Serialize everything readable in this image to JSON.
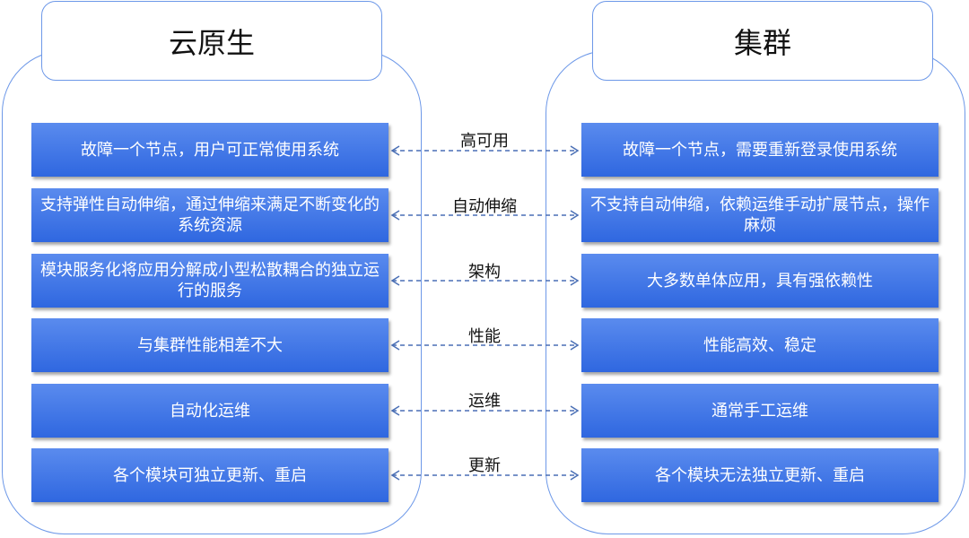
{
  "left_panel": {
    "title": "云原生"
  },
  "right_panel": {
    "title": "集群"
  },
  "rows": [
    {
      "aspect": "高可用",
      "left": "故障一个节点，用户可正常使用系统",
      "right": "故障一个节点，需要重新登录使用系统"
    },
    {
      "aspect": "自动伸缩",
      "left": "支持弹性自动伸缩，通过伸缩来满足不断变化的系统资源",
      "right": "不支持自动伸缩，依赖运维手动扩展节点，操作麻烦"
    },
    {
      "aspect": "架构",
      "left": "模块服务化将应用分解成小型松散耦合的独立运行的服务",
      "right": "大多数单体应用，具有强依赖性"
    },
    {
      "aspect": "性能",
      "left": "与集群性能相差不大",
      "right": "性能高效、稳定"
    },
    {
      "aspect": "运维",
      "left": "自动化运维",
      "right": "通常手工运维"
    },
    {
      "aspect": "更新",
      "left": "各个模块可独立更新、重启",
      "right": "各个模块无法独立更新、重启"
    }
  ],
  "colors": {
    "card": "#3a72e6",
    "border": "#6d98e8",
    "arrow": "#4a6fb5"
  }
}
